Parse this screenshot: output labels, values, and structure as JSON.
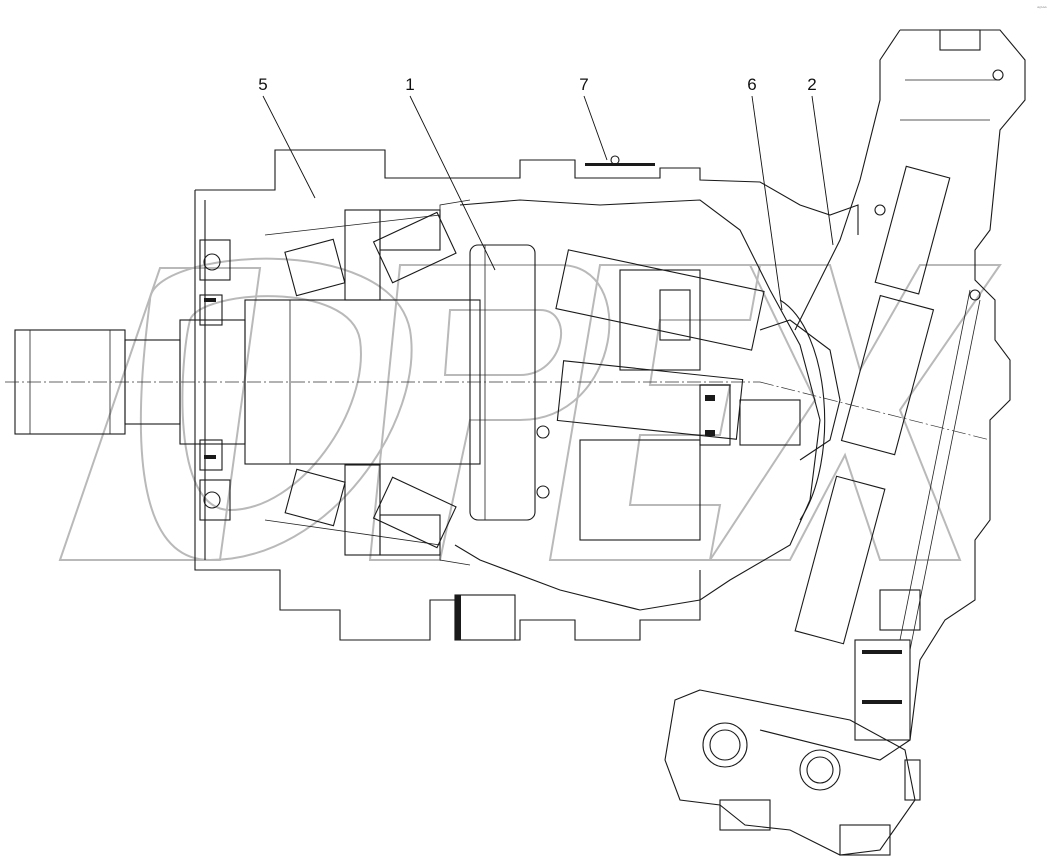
{
  "drawing": {
    "callouts": [
      {
        "id": "label-5",
        "text": "5"
      },
      {
        "id": "label-1",
        "text": "1"
      },
      {
        "id": "label-7",
        "text": "7"
      },
      {
        "id": "label-6",
        "text": "6"
      },
      {
        "id": "label-2",
        "text": "2"
      }
    ],
    "corner_mark": "ᵒ⁽ᵒᵒᵒ",
    "watermark_text": "OPEX"
  }
}
